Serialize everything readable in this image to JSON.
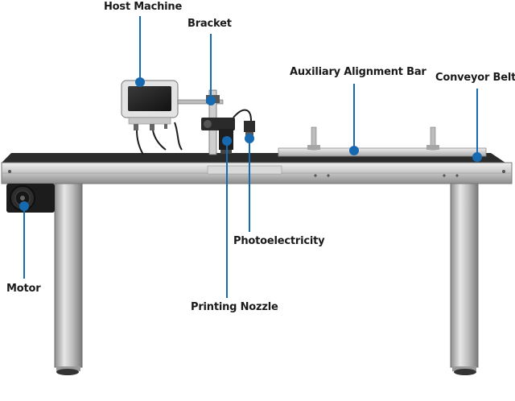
{
  "labels": {
    "host_machine": "Host Machine",
    "bracket": "Bracket",
    "auxiliary_alignment_bar": "Auxiliary Alignment Bar",
    "conveyor_belt": "Conveyor Belt",
    "photoelectricity": "Photoelectricity",
    "motor": "Motor",
    "printing_nozzle": "Printing Nozzle"
  },
  "colors": {
    "callout": "#1769b0",
    "steel": "#c9c9c9",
    "belt": "#2b2b2b",
    "background": "#ffffff"
  }
}
